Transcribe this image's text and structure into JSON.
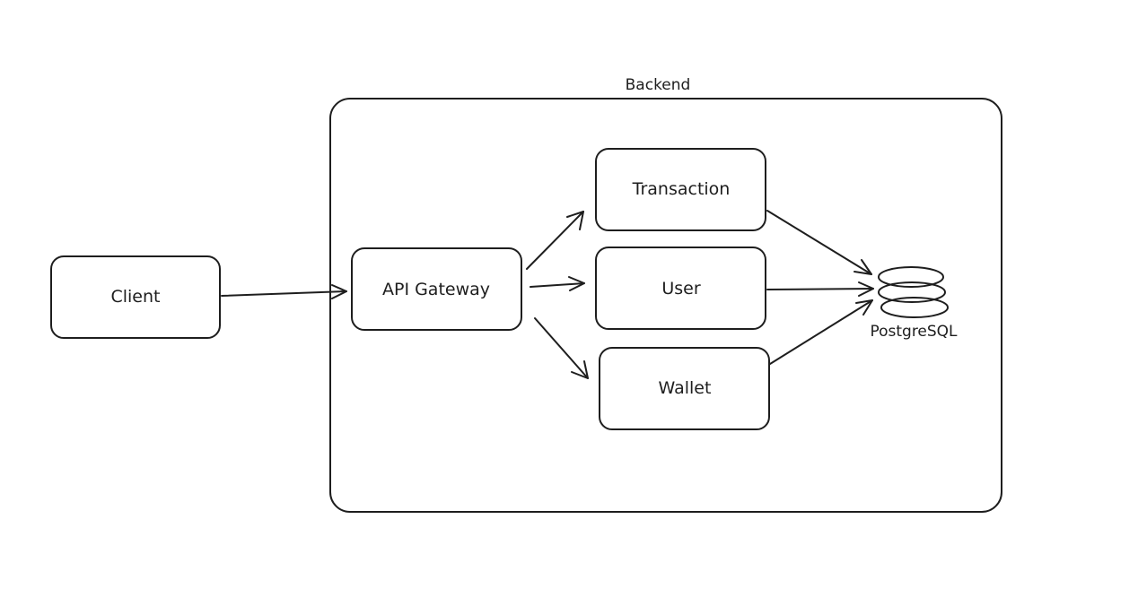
{
  "diagram": {
    "group": {
      "label": "Backend"
    },
    "nodes": {
      "client": "Client",
      "gateway": "API Gateway",
      "transaction": "Transaction",
      "user": "User",
      "wallet": "Wallet",
      "database": "PostgreSQL"
    },
    "edges": [
      {
        "from": "Client",
        "to": "API Gateway"
      },
      {
        "from": "API Gateway",
        "to": "Transaction"
      },
      {
        "from": "API Gateway",
        "to": "User"
      },
      {
        "from": "API Gateway",
        "to": "Wallet"
      },
      {
        "from": "Transaction",
        "to": "PostgreSQL"
      },
      {
        "from": "User",
        "to": "PostgreSQL"
      },
      {
        "from": "Wallet",
        "to": "PostgreSQL"
      }
    ],
    "colors": {
      "stroke": "#1e1e1e",
      "background": "#ffffff"
    }
  }
}
